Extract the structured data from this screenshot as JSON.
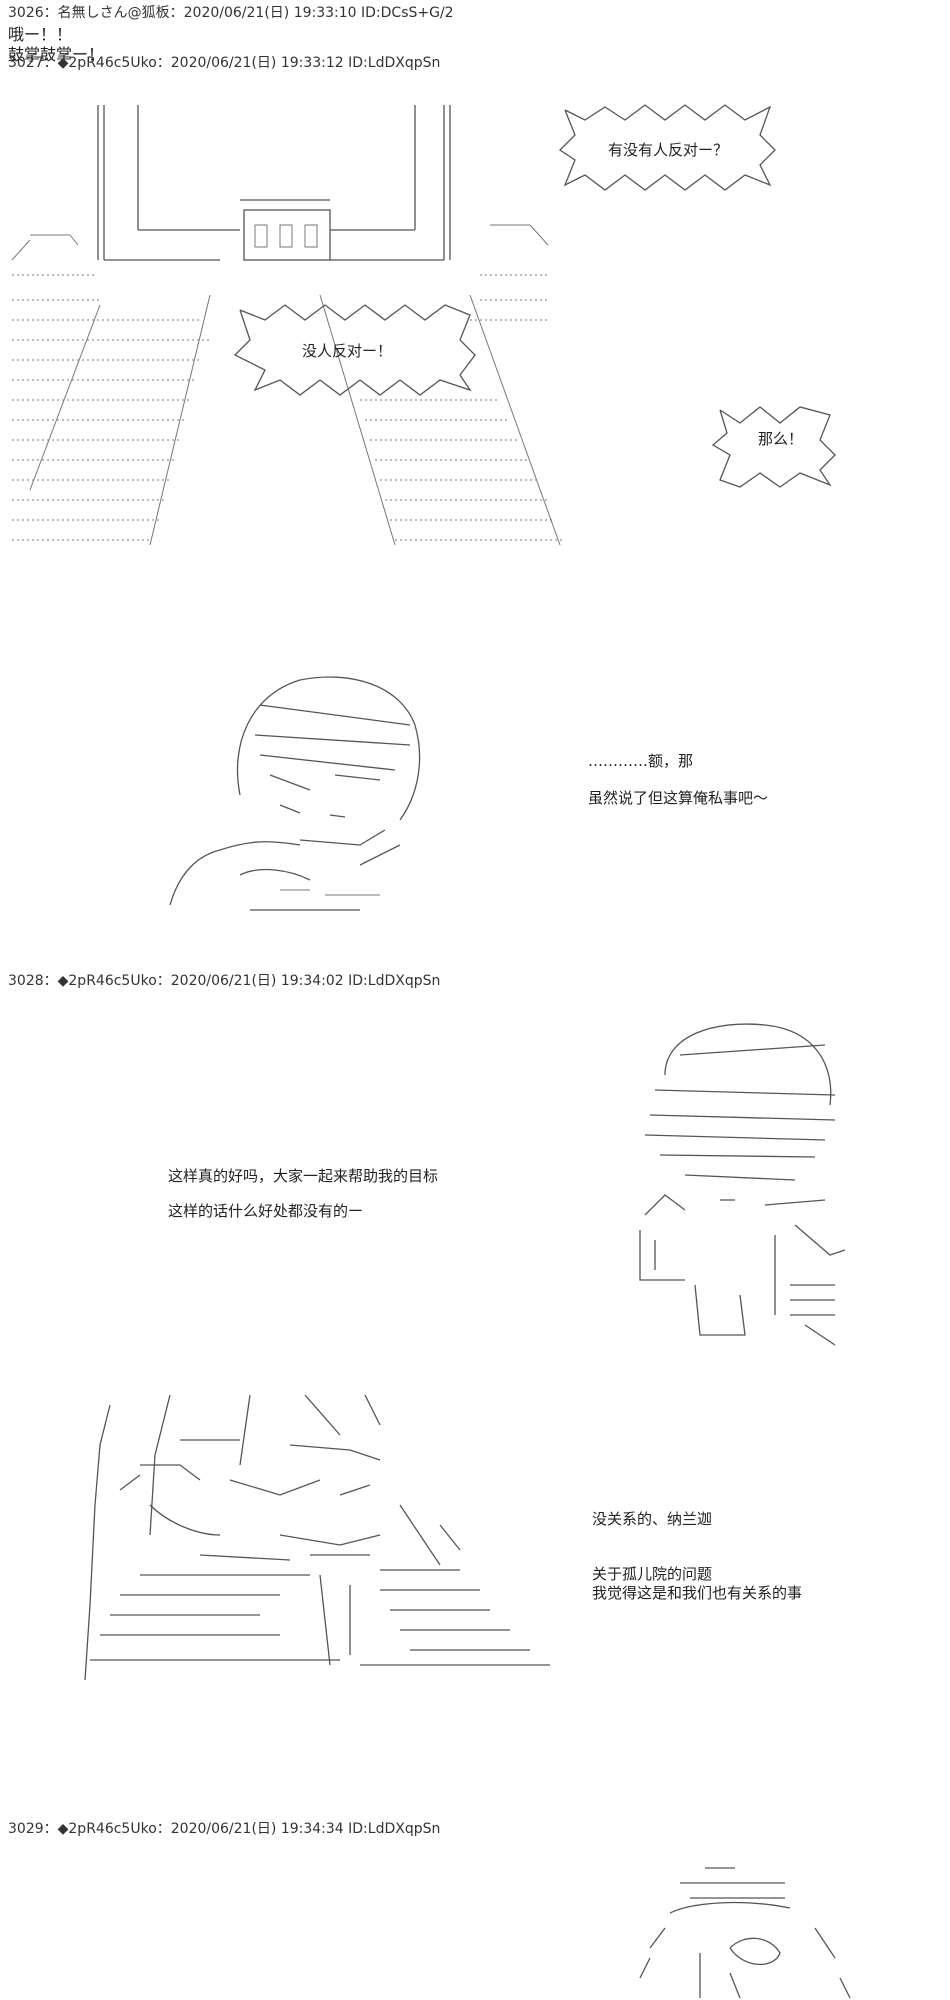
{
  "posts": [
    {
      "header": "3026：名無しさん@狐板：2020/06/21(日) 19:33:10 ID:DCsS+G/2",
      "lines": [
        "哦ー！！",
        "鼓掌鼓掌ー！"
      ]
    },
    {
      "header": "3027：◆2pR46c5Uko：2020/06/21(日) 19:33:12 ID:LdDXqpSn",
      "bubbles": [
        "有没有人反对ー？",
        "没人反对ー！",
        "那么！"
      ],
      "lines": [
        "…………额，那",
        "虽然说了但这算俺私事吧～"
      ]
    },
    {
      "header": "3028：◆2pR46c5Uko：2020/06/21(日) 19:34:02 ID:LdDXqpSn",
      "lines": [
        "这样真的好吗，大家一起来帮助我的目标",
        "这样的话什么好处都没有的ー",
        "没关系的、纳兰迦",
        "关于孤儿院的问题",
        "我觉得这是和我们也有关系的事"
      ]
    },
    {
      "header": "3029：◆2pR46c5Uko：2020/06/21(日) 19:34:34 ID:LdDXqpSn"
    }
  ]
}
